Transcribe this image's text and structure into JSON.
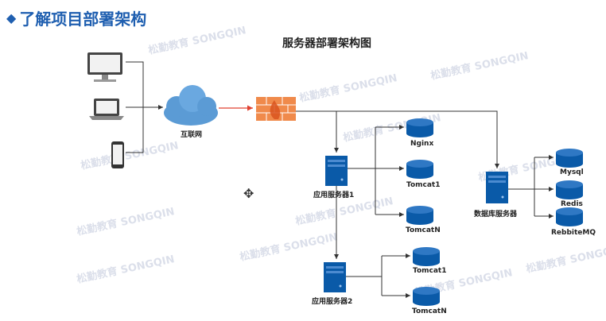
{
  "header": {
    "title": "了解项目部署架构"
  },
  "diagram": {
    "title": "服务器部署架构图",
    "internet_label": "互联网",
    "app_server_1": "应用服务器1",
    "app_server_2": "应用服务器2",
    "db_server": "数据库服务器",
    "nodes": {
      "nginx": "Nginx",
      "tomcat1_a": "Tomcat1",
      "tomcatN_a": "TomcatN",
      "tomcat1_b": "Tomcat1",
      "tomcatN_b": "TomcatN",
      "mysql": "Mysql",
      "redis": "Redis",
      "rabbitmq": "RebbiteMQ"
    }
  },
  "watermark": "松勤教育 SONGQIN",
  "colors": {
    "accent": "#1f5fb0",
    "server": "#0a5aa8",
    "firewall": "#f08a4b",
    "cloud": "#5b9bd5",
    "red_link": "#e04030"
  }
}
